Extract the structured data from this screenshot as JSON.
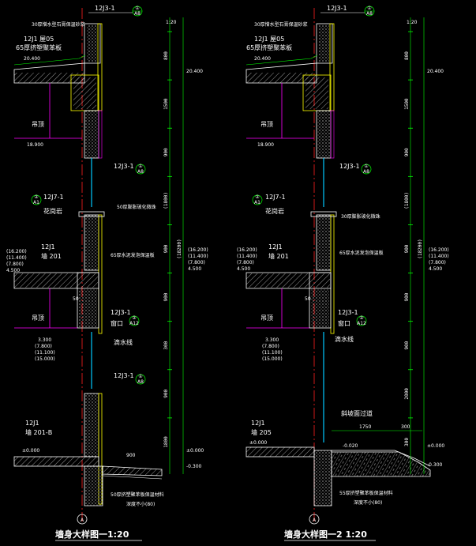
{
  "colors": {
    "background": "#000000",
    "wall_outline": "#ffffff",
    "insulation": "#ffff00",
    "axis": "#ff2020",
    "beam": "#ff00ff",
    "dimension": "#00ff00",
    "glass": "#00c8ff",
    "callout": "#00ff00"
  },
  "d1": {
    "title": "墙身大样图一1:20",
    "ref_top": "12J3-1",
    "ref_top_no": "①",
    "ref_top_sheet": "A8",
    "scale_note": "1:20",
    "top_note": "30厚憎水型石膏保温砂浆",
    "roof_ref": "12J1  屋05",
    "roof_note": "65厚挤塑聚苯板",
    "roof_level": "20.400",
    "hang_label": "吊顶",
    "hang_level": "18.900",
    "win_ref1": "12J3-1",
    "win_ref1_no": "①",
    "win_ref1_sheet": "A8",
    "mid_ref": "12J7-1",
    "mid_ref_no": "②",
    "mid_ref_sheet": "A1",
    "flower_label": "花岗岩",
    "cover_note": "50厚膨胀玻化微珠",
    "wall_ref": "12J1",
    "wall_ref2": "墙 201",
    "board_note": "65厚水泥发泡保温板",
    "lv_a": "(16.200)",
    "lv_b": "(11.400)",
    "lv_c": "(7.800)",
    "lv_d": "4.500",
    "hang_label2": "吊顶",
    "sill_ref": "12J3-1",
    "sill_label": "窗口",
    "sill_no": "②",
    "sill_sheet": "A12",
    "drip_label": "滴水线",
    "lv_e": "3.300",
    "lv_f": "(7.800)",
    "lv_g": "(11.100)",
    "lv_h": "(15.000)",
    "base_ref": "12J3-1",
    "base_no": "①",
    "base_sheet": "A8",
    "wall_ref3": "12J1",
    "wall_ref4": "墙 201-B",
    "ground_level": "±0.000",
    "ground_width": "900",
    "bottom_level": "-0.300",
    "foot_note1": "50厚挤塑聚苯板保温材料",
    "foot_note2": "深度不小(80)",
    "dims": [
      "800",
      "1500",
      "900",
      "(1800)",
      "900",
      "900",
      "300",
      "900",
      "1800",
      "(18200)"
    ],
    "axis_label": "A",
    "mark_50": "50"
  },
  "d2": {
    "title": "墙身大样图一2 1:20",
    "ref_top": "12J3-1",
    "ref_top_no": "①",
    "ref_top_sheet": "A8",
    "scale_note": "1:20",
    "top_note": "30厚憎水型石膏保温砂浆",
    "roof_ref": "12J1  屋05",
    "roof_note": "65厚挤塑聚苯板",
    "roof_level": "20.400",
    "hang_label": "吊顶",
    "hang_level": "18.900",
    "win_ref1": "12J3-1",
    "win_ref1_no": "①",
    "win_ref1_sheet": "A8",
    "mid_ref": "12J7-1",
    "mid_ref_no": "②",
    "mid_ref_sheet": "A1",
    "flower_label": "花岗岩",
    "cover_note": "30厚膨胀玻化微珠",
    "wall_ref": "12J1",
    "wall_ref2": "墙 201",
    "board_note": "65厚水泥发泡保温板",
    "lv_a": "(16.200)",
    "lv_b": "(11.400)",
    "lv_c": "(7.800)",
    "lv_d": "4.500",
    "hang_label2": "吊顶",
    "sill_ref": "12J3-1",
    "sill_label": "窗口",
    "sill_no": "②",
    "sill_sheet": "A12",
    "drip_label": "滴水线",
    "lv_e": "3.300",
    "lv_f": "(7.800)",
    "lv_g": "(11.100)",
    "lv_h": "(15.000)",
    "slope_note": "斜坡面过道",
    "wall_ref3": "12J1",
    "wall_ref4": "墙 205",
    "ground_level": "±0.000",
    "width_1": "1750",
    "width_2": "300",
    "level_3": "-0.020",
    "bottom_level": "-0.300",
    "ground_level_r": "±0.000",
    "foot_note1": "55厚挤塑聚苯板保温材料",
    "foot_note2": "深度不小(80)",
    "dims": [
      "800",
      "1500",
      "900",
      "(1800)",
      "900",
      "900",
      "900",
      "2000",
      "300",
      "(18200)"
    ],
    "axis_label": "A",
    "mark_50": "50"
  }
}
